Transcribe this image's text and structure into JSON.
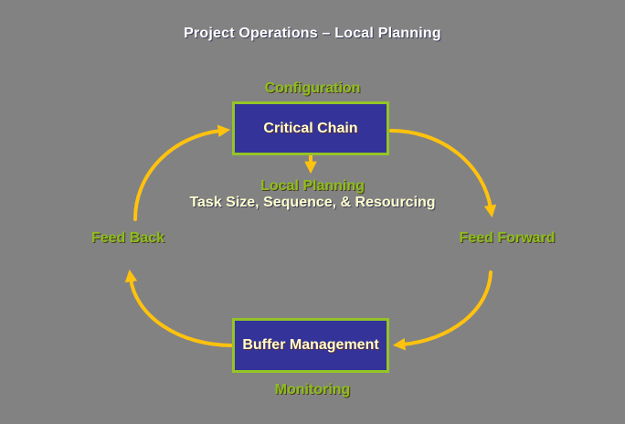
{
  "title": "Project Operations – Local Planning",
  "diagram": {
    "top_label": "Configuration",
    "node_top": "Critical Chain",
    "mid_label_line1": "Local Planning",
    "mid_label_line2": "Task Size, Sequence, & Resourcing",
    "left_label": "Feed Back",
    "right_label": "Feed Forward",
    "node_bottom": "Buffer Management",
    "bottom_label": "Monitoring"
  },
  "icons": {
    "cycle_arrows": "four curved gold arrows forming a clockwise cycle",
    "down_arrow": "short gold arrow from Critical Chain to Local Planning"
  },
  "colors": {
    "background": "#828282",
    "node_fill": "#333399",
    "node_border": "#94c426",
    "node_text": "#ffffcc",
    "arrow": "#ffc20e",
    "label_green": "#8cbe1e",
    "title_text": "#ffffff",
    "light_yellow": "#ffffcc"
  }
}
